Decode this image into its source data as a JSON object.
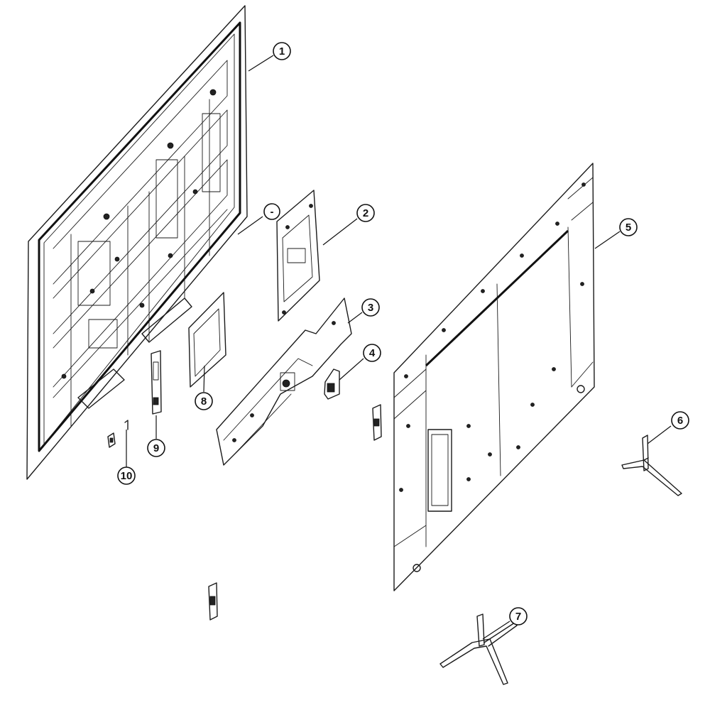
{
  "diagram": {
    "callouts": [
      {
        "id": "callout-1",
        "label": "1"
      },
      {
        "id": "callout-2",
        "label": "2"
      },
      {
        "id": "callout-3",
        "label": "3"
      },
      {
        "id": "callout-4",
        "label": "4"
      },
      {
        "id": "callout-5",
        "label": "5"
      },
      {
        "id": "callout-6",
        "label": "6"
      },
      {
        "id": "callout-7",
        "label": "7"
      },
      {
        "id": "callout-8",
        "label": "8"
      },
      {
        "id": "callout-9",
        "label": "9"
      },
      {
        "id": "callout-10",
        "label": "10"
      },
      {
        "id": "callout-dash",
        "label": "-"
      }
    ]
  }
}
